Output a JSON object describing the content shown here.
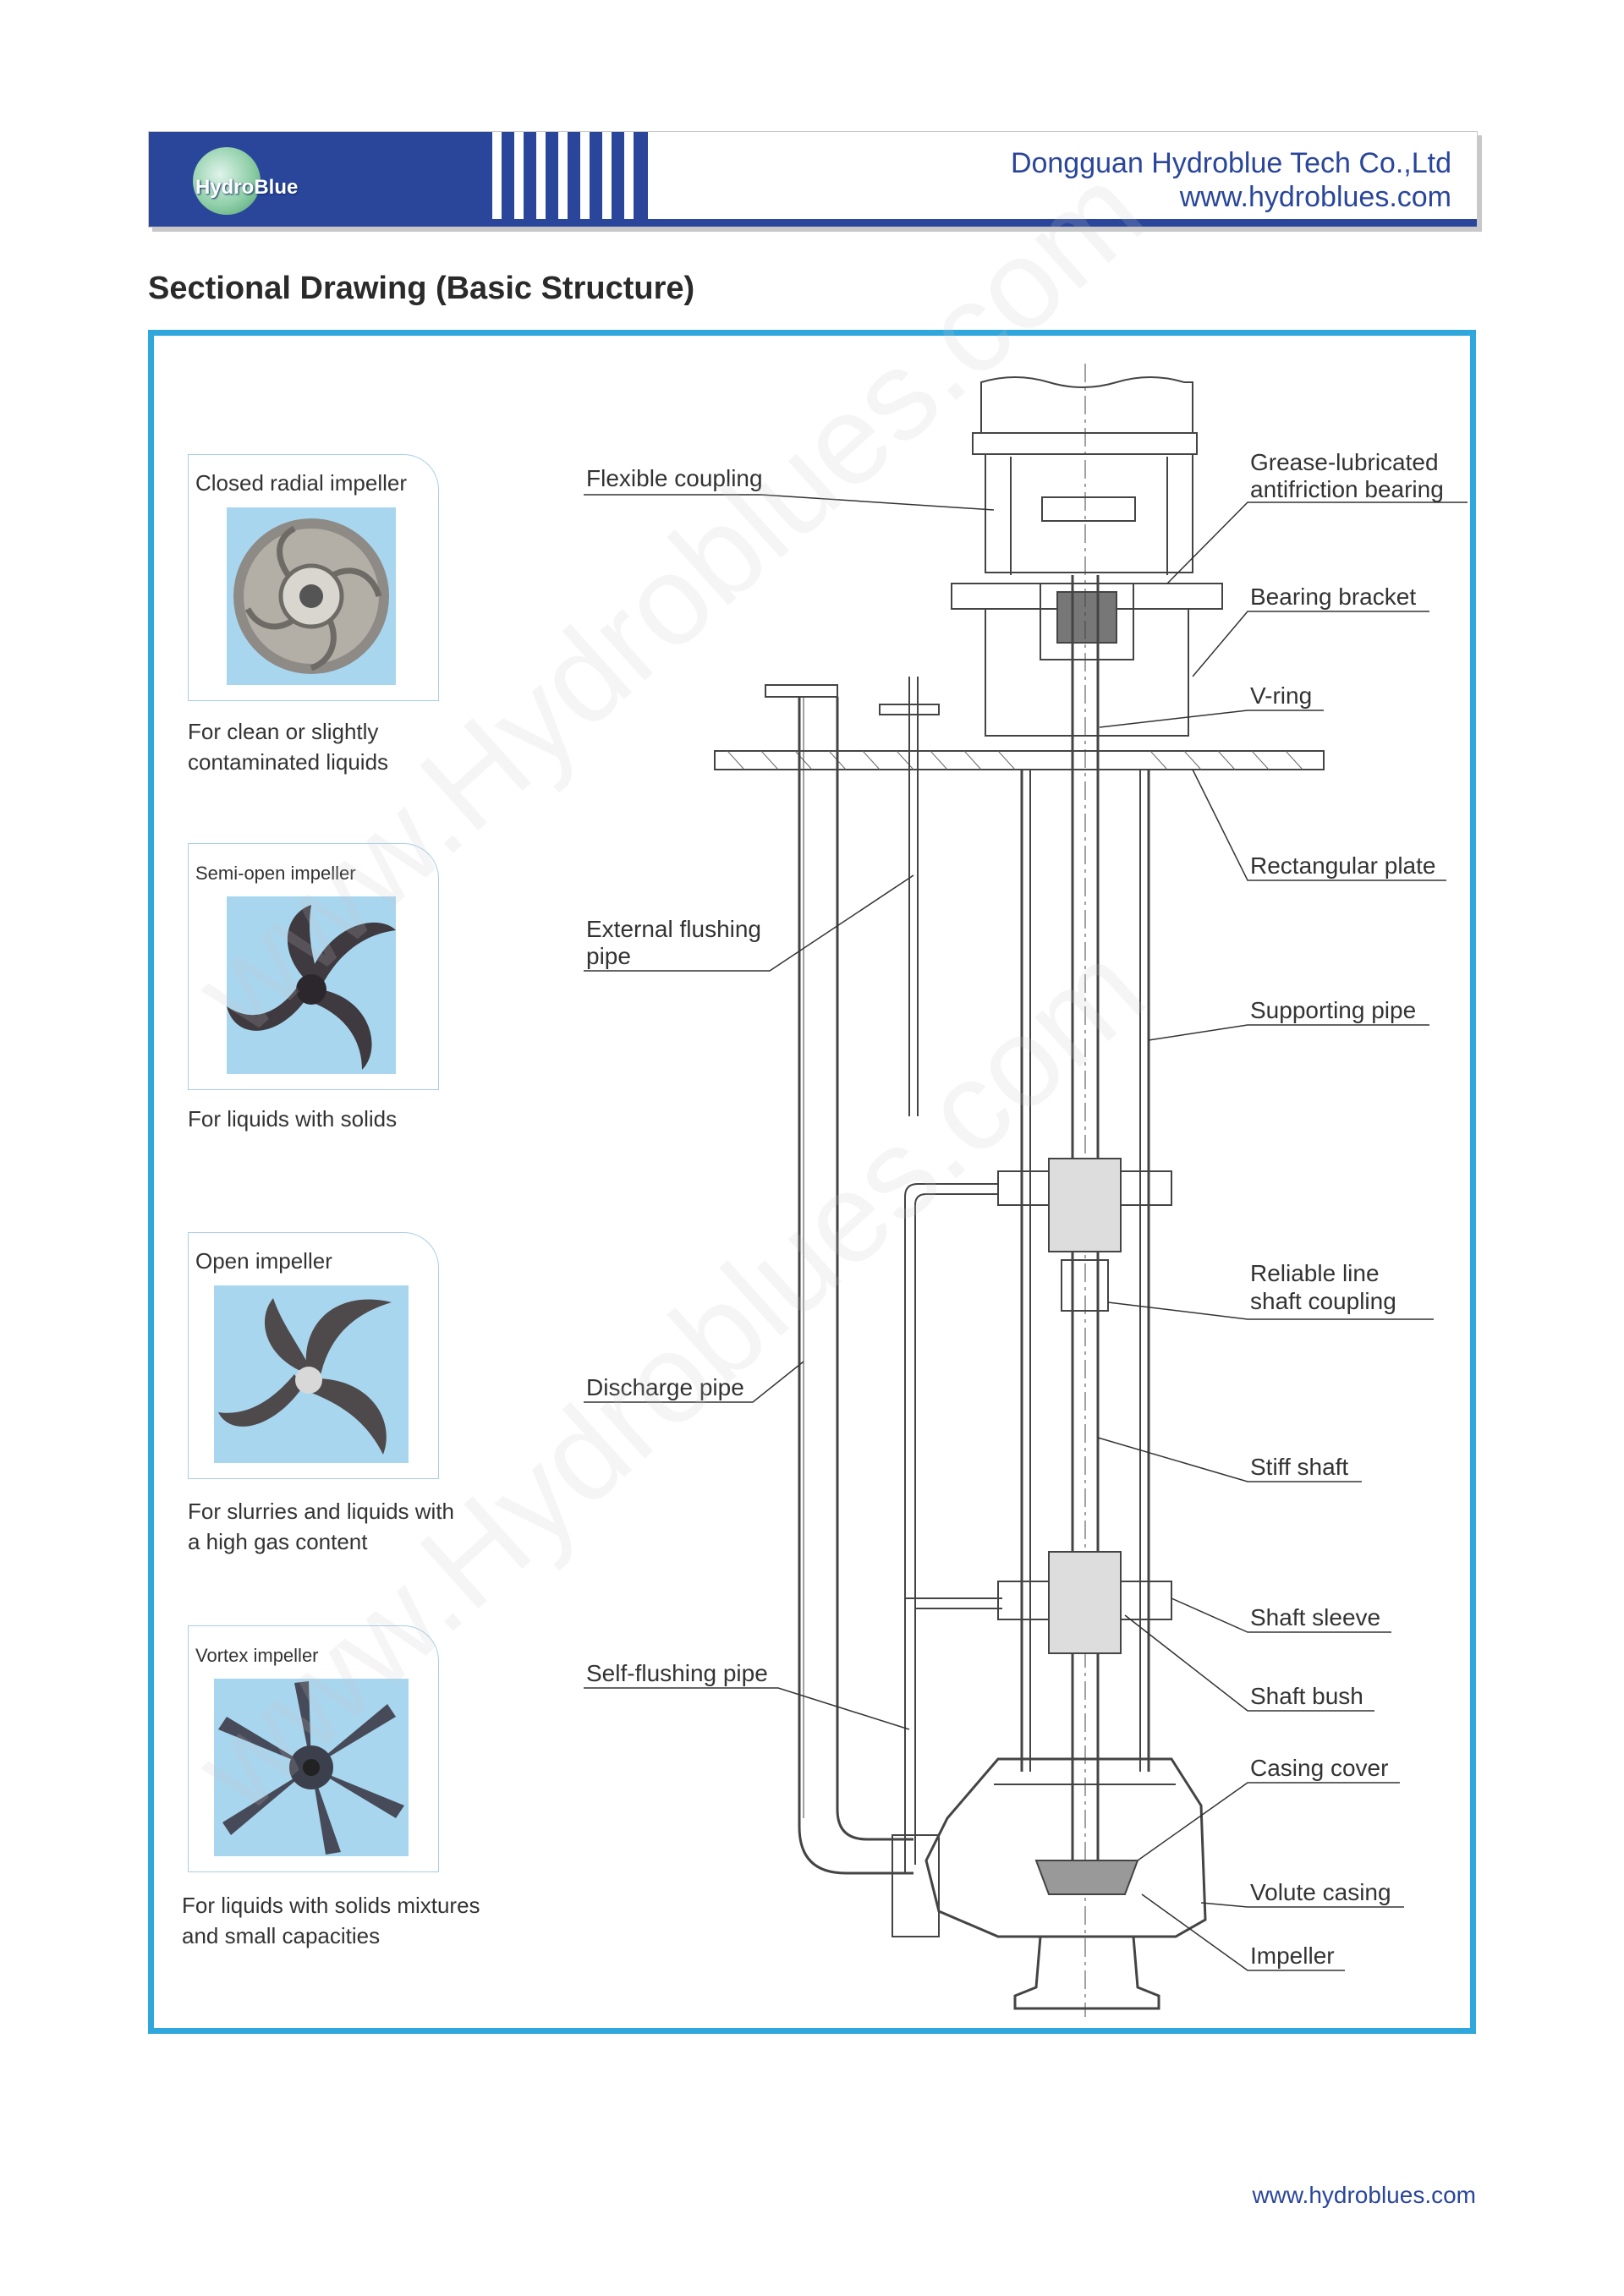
{
  "header": {
    "logo_text": "HydroBlue",
    "company_name": "Dongguan Hydroblue Tech Co.,Ltd",
    "company_url": "www.hydroblues.com"
  },
  "section_title": "Sectional Drawing (Basic Structure)",
  "impellers": [
    {
      "label": "Closed radial impeller",
      "desc_line1": "For clean or slightly",
      "desc_line2": "contaminated liquids"
    },
    {
      "label": "Semi-open impeller",
      "desc_line1": "For liquids with solids",
      "desc_line2": ""
    },
    {
      "label": "Open impeller",
      "desc_line1": "For slurries and liquids with",
      "desc_line2": "a high gas content"
    },
    {
      "label": "Vortex impeller",
      "desc_line1": "For liquids with solids mixtures",
      "desc_line2": "and small capacities"
    }
  ],
  "callouts": {
    "flexible_coupling": "Flexible coupling",
    "grease_bearing_1": "Grease-lubricated",
    "grease_bearing_2": "antifriction bearing",
    "bearing_bracket": "Bearing bracket",
    "v_ring": "V-ring",
    "rectangular_plate": "Rectangular plate",
    "external_flushing_1": "External flushing",
    "external_flushing_2": "pipe",
    "supporting_pipe": "Supporting pipe",
    "line_shaft_1": "Reliable line",
    "line_shaft_2": "shaft coupling",
    "discharge_pipe": "Discharge pipe",
    "stiff_shaft": "Stiff shaft",
    "shaft_sleeve": "Shaft sleeve",
    "shaft_bush": "Shaft bush",
    "self_flushing": "Self-flushing pipe",
    "casing_cover": "Casing cover",
    "volute_casing": "Volute casing",
    "impeller": "Impeller"
  },
  "footer_url": "www.hydroblues.com",
  "watermark": "www.Hydroblues.com",
  "colors": {
    "brand_blue": "#2a469b",
    "frame_blue": "#2fa7dc",
    "photo_bg": "#a9d6ef"
  }
}
